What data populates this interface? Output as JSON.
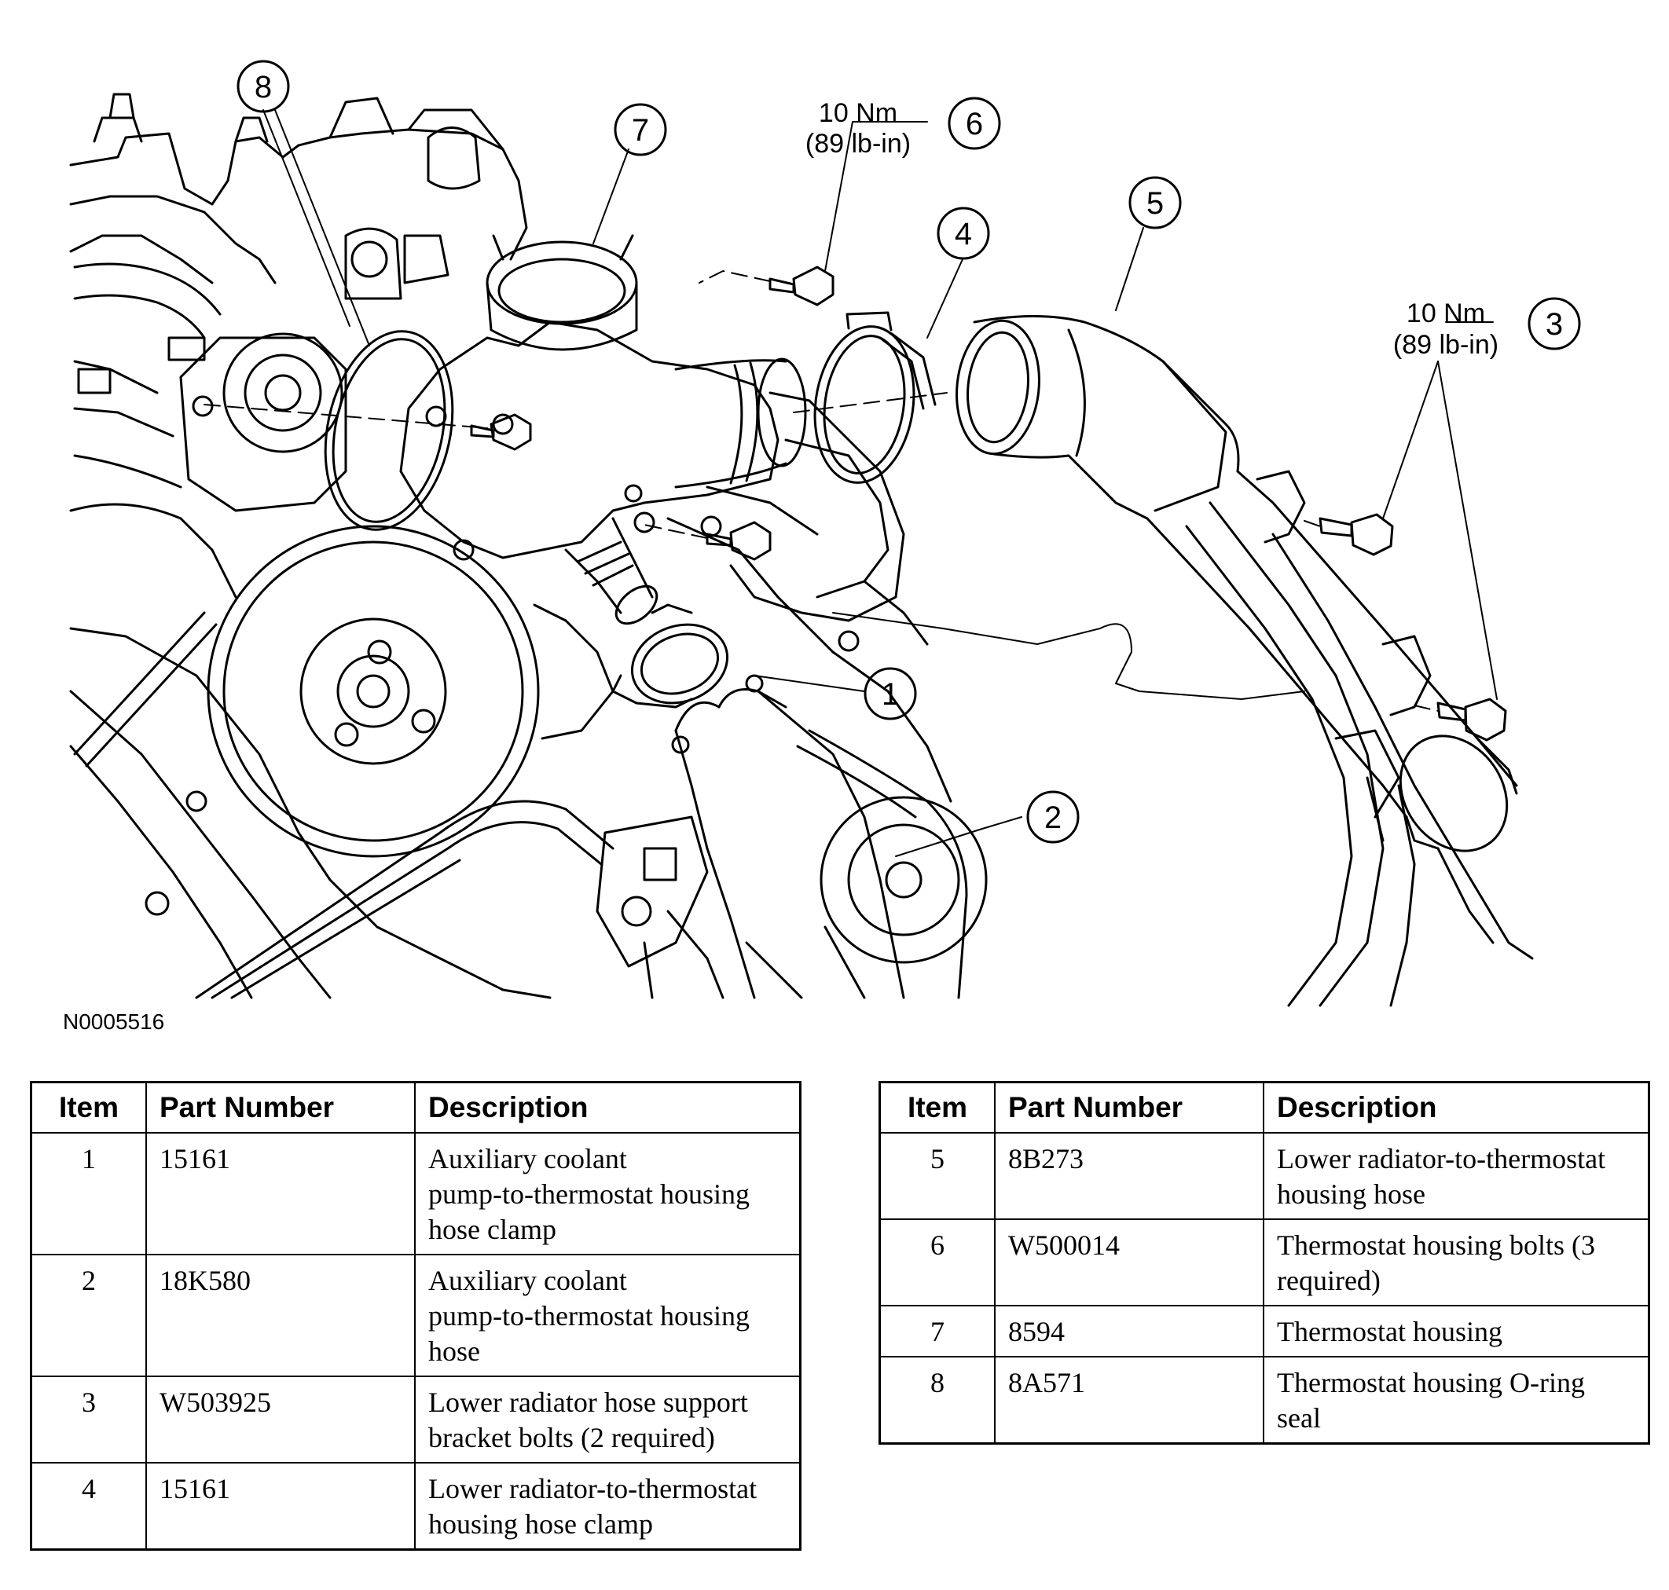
{
  "figure_id": "N0005516",
  "callouts": [
    {
      "num": "1"
    },
    {
      "num": "2"
    },
    {
      "num": "3"
    },
    {
      "num": "4"
    },
    {
      "num": "5"
    },
    {
      "num": "6"
    },
    {
      "num": "7"
    },
    {
      "num": "8"
    }
  ],
  "torque_3": {
    "line1": "10 Nm",
    "line2": "(89 lb-in)"
  },
  "torque_6": {
    "line1": "10 Nm",
    "line2": "(89 lb-in)"
  },
  "table_headers": {
    "item": "Item",
    "part_number": "Part Number",
    "description": "Description"
  },
  "table_left": [
    {
      "item": "1",
      "part": "15161",
      "desc_lines": [
        "Auxiliary coolant",
        "pump-to-thermostat housing",
        "hose clamp"
      ]
    },
    {
      "item": "2",
      "part": "18K580",
      "desc_lines": [
        "Auxiliary coolant",
        "pump-to-thermostat housing",
        "hose"
      ]
    },
    {
      "item": "3",
      "part": "W503925",
      "desc_lines": [
        "Lower radiator hose support",
        "bracket bolts (2 required)"
      ]
    },
    {
      "item": "4",
      "part": "15161",
      "desc_lines": [
        "Lower radiator-to-thermostat",
        "housing hose clamp"
      ]
    }
  ],
  "table_right": [
    {
      "item": "5",
      "part": "8B273",
      "desc_lines": [
        "Lower radiator-to-thermostat",
        "housing hose"
      ]
    },
    {
      "item": "6",
      "part": "W500014",
      "desc_lines": [
        "Thermostat housing bolts (3",
        "required)"
      ]
    },
    {
      "item": "7",
      "part": "8594",
      "desc_lines": [
        "Thermostat housing"
      ]
    },
    {
      "item": "8",
      "part": "8A571",
      "desc_lines": [
        "Thermostat housing O-ring",
        "seal"
      ]
    }
  ]
}
